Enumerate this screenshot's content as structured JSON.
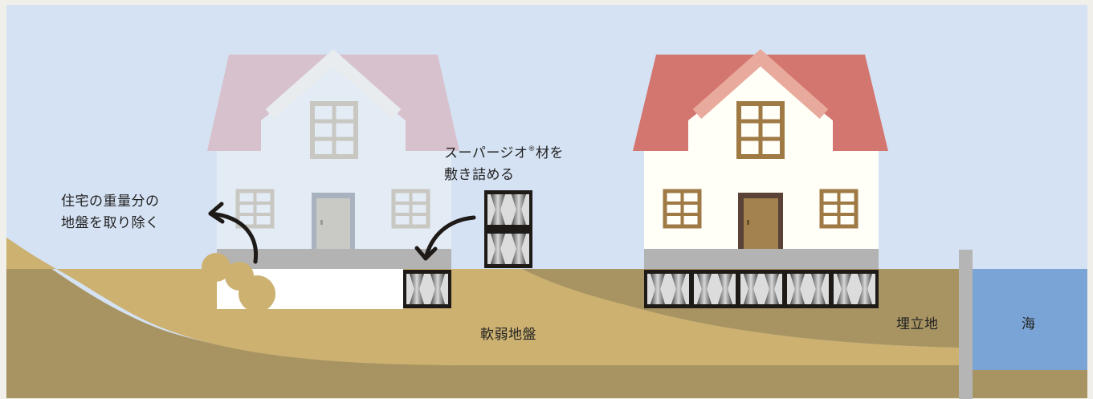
{
  "labels": {
    "remove_soil": [
      "住宅の重量分の",
      "地盤を取り除く"
    ],
    "lay_material": {
      "line1_prefix": "スーパージオ",
      "line1_mark": "®",
      "line1_suffix": "材を",
      "line2": "敷き詰める"
    },
    "soft_ground": "軟弱地盤",
    "reclaimed_land": "埋立地",
    "sea": "海"
  },
  "colors": {
    "sky": "#d5e2f3",
    "soil_light": "#ccb171",
    "soil_dark": "#a89462",
    "sea": "#7aa4d6",
    "pile": "#b5b5b5",
    "roof": "#d47670",
    "roof_faded": "#d7c1cd",
    "wall": "#fffef7",
    "wall_faded": "#e3ebf5",
    "window_frame": "#9f7a45",
    "window_frame_faded": "#c8c7c1",
    "door": "#a3824e",
    "door_faded": "#c9c9c6",
    "foundation": "#b3b3b3",
    "material_block": "#1d1a17"
  },
  "icons": {
    "arrow_out": "curved-arrow-up-left",
    "arrow_in": "curved-arrow-down-left"
  }
}
